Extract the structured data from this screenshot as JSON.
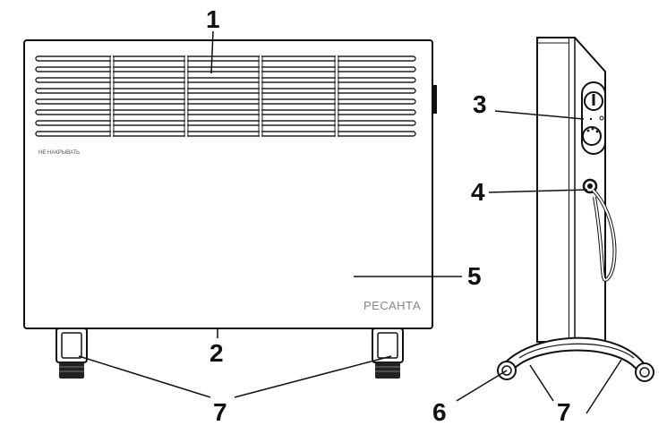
{
  "front_view": {
    "warning_text": "НЕ НАКРЫВАТЬ",
    "brand_logo": "РЕСАНТА"
  },
  "callouts": {
    "grille": "1",
    "bottom_edge": "2",
    "control_panel": "3",
    "power_cord": "4",
    "front_panel": "5",
    "wheel": "6",
    "feet_front": "7",
    "feet_side": "7"
  }
}
